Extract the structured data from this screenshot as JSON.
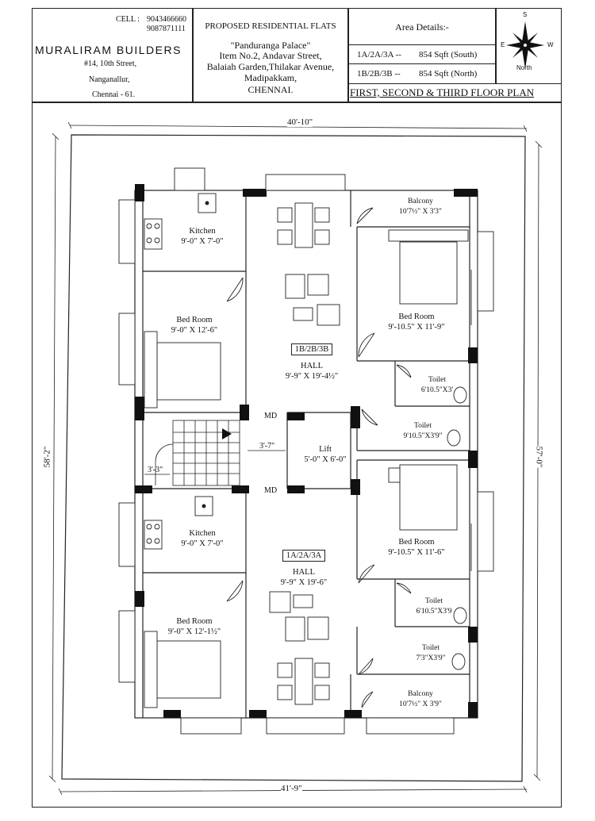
{
  "builder": {
    "cell_label": "CELL :",
    "phone1": "9043466660",
    "phone2": "9087871111",
    "name": "MURALIRAM BUILDERS",
    "addr1": "#14, 10th Street,",
    "addr2": "Nanganallur,",
    "addr3": "Chennai - 61."
  },
  "project": {
    "title": "PROPOSED RESIDENTIAL FLATS",
    "name": "\"Panduranga Palace\"",
    "addr1": "Item No.2, Andavar Street,",
    "addr2": "Balaiah Garden,Thilakar Avenue,",
    "addr3": "Madipakkam,",
    "city": "CHENNAI."
  },
  "area": {
    "heading": "Area Details:-",
    "row1_units": "1A/2A/3A --",
    "row1_area": "854 Sqft  (South)",
    "row2_units": "1B/2B/3B --",
    "row2_area": "854 Sqft  (North)"
  },
  "compass": {
    "s": "S",
    "e": "E",
    "w": "W",
    "n": "North"
  },
  "plan_title": {
    "part1": "FIRST, SECOND & ",
    "part2": "THIRD FLOOR PLAN"
  },
  "dims": {
    "top": "40'-10\"",
    "bottom": "41'-9\"",
    "left": "58'-2\"",
    "right": "57'-0\"",
    "stair_w": "3'-3\"",
    "lobby": "3'-7\""
  },
  "rooms": {
    "kitchen_top": {
      "name": "Kitchen",
      "size": "9'-0\" X 7'-0\""
    },
    "bed_top_left": {
      "name": "Bed Room",
      "size": "9'-0\" X 12'-6\""
    },
    "hall_north": {
      "tag": "1B/2B/3B",
      "name": "HALL",
      "size": "9'-9\" X 19'-4½\""
    },
    "balcony_north": {
      "name": "Balcony",
      "size": "10'7½\" X 3'3\""
    },
    "bed_top_right": {
      "name": "Bed Room",
      "size": "9'-10.5\" X 11'-9\""
    },
    "toilet1": {
      "name": "Toilet",
      "size": "6'10.5\"X3'"
    },
    "toilet2": {
      "name": "Toilet",
      "size": "9'10.5\"X3'9\""
    },
    "lift": {
      "name": "Lift",
      "size": "5'-0\" X 6'-0\""
    },
    "md_top": "MD",
    "md_bottom": "MD",
    "kitchen_bottom": {
      "name": "Kitchen",
      "size": "9'-0\" X 7'-0\""
    },
    "hall_south": {
      "tag": "1A/2A/3A",
      "name": "HALL",
      "size": "9'-9\" X 19'-6\""
    },
    "bed_bottom_left": {
      "name": "Bed Room",
      "size": "9'-0\" X 12'-1½\""
    },
    "bed_bottom_right": {
      "name": "Bed Room",
      "size": "9'-10.5\" X 11'-6\""
    },
    "toilet3": {
      "name": "Toilet",
      "size": "6'10.5\"X3'9"
    },
    "toilet4": {
      "name": "Toilet",
      "size": "7'3\"X3'9\""
    },
    "balcony_south": {
      "name": "Balcony",
      "size": "10'7½\" X 3'9\""
    }
  }
}
